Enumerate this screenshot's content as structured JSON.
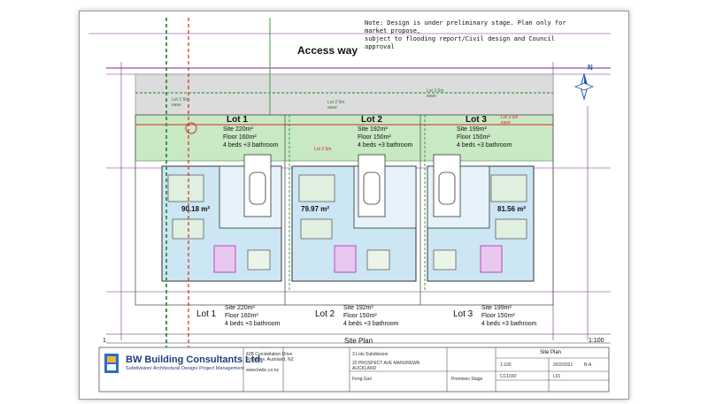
{
  "note": {
    "line1": "Note: Design is under preliminary stage. Plan only for market propose,",
    "line2": "subject to flooding report/Civil design and Council approval"
  },
  "access_way": "Access way",
  "compass_letter": "N",
  "lots_top": [
    {
      "label": "Lot 1",
      "site": "Site 220m²",
      "floor": "Floor 160m²",
      "beds": "4 beds +3 bathroom"
    },
    {
      "label": "Lot 2",
      "site": "Site 192m²",
      "floor": "Floor 150m²",
      "beds": "4 beds +3 bathroom"
    },
    {
      "label": "Lot 3",
      "site": "Site 199m²",
      "floor": "Floor 150m²",
      "beds": "4 beds +3 bathroom"
    }
  ],
  "lots_bottom": [
    {
      "label": "Lot 1",
      "site": "Site 220m²",
      "floor": "Floor 160m²",
      "beds": "4 beds +3 bathroom"
    },
    {
      "label": "Lot 2",
      "site": "Site 192m²",
      "floor": "Floor 150m²",
      "beds": "4 beds +3 bathroom"
    },
    {
      "label": "Lot 3",
      "site": "Site 199m²",
      "floor": "Floor 150m²",
      "beds": "4 beds +3 bathroom"
    }
  ],
  "floor_areas": [
    "90.18 m²",
    "79.97 m²",
    "81.56 m²"
  ],
  "small_tags": {
    "lot1_side": "Lot 1 5m\neave",
    "lot2_side": "Lot 2 5m\neave",
    "lot3_top": "Lot 3 5m\neave",
    "lot3_side": "Lot 3 5m\neave",
    "lot2_red": "Lot 2 5m"
  },
  "scale": {
    "left_number": "1",
    "title": "Site Plan",
    "ratio": "1:100"
  },
  "title_block": {
    "brand": "BW Building Consultants Ltd.",
    "subtitle": "Subdivision/ Architectural Design/ Project Management",
    "address": "42B Constellation Drive\nRosedale, Auckland, NZ",
    "web": "www.bwbc.co.nz",
    "project": "3 Lots Subdivision",
    "site_address": "20 PROSPECT AVE MANUREWA\nAUCKLAND",
    "drawing_title": "Site Plan",
    "scale": "1:100",
    "date": "2/02/2021",
    "sheet": "B-A",
    "job": "CC1030",
    "stage1": "Feng Gao",
    "stage2": "Premises Stage",
    "rev": "L01"
  },
  "colors": {
    "green_zone": "#c9e8c4",
    "grey_zone": "#dcdcdc",
    "unit_fill": "#cce6f4",
    "purple_line": "#7b2a8c",
    "red_line": "#d22a2a",
    "brand_blue": "#1e3d7a"
  }
}
